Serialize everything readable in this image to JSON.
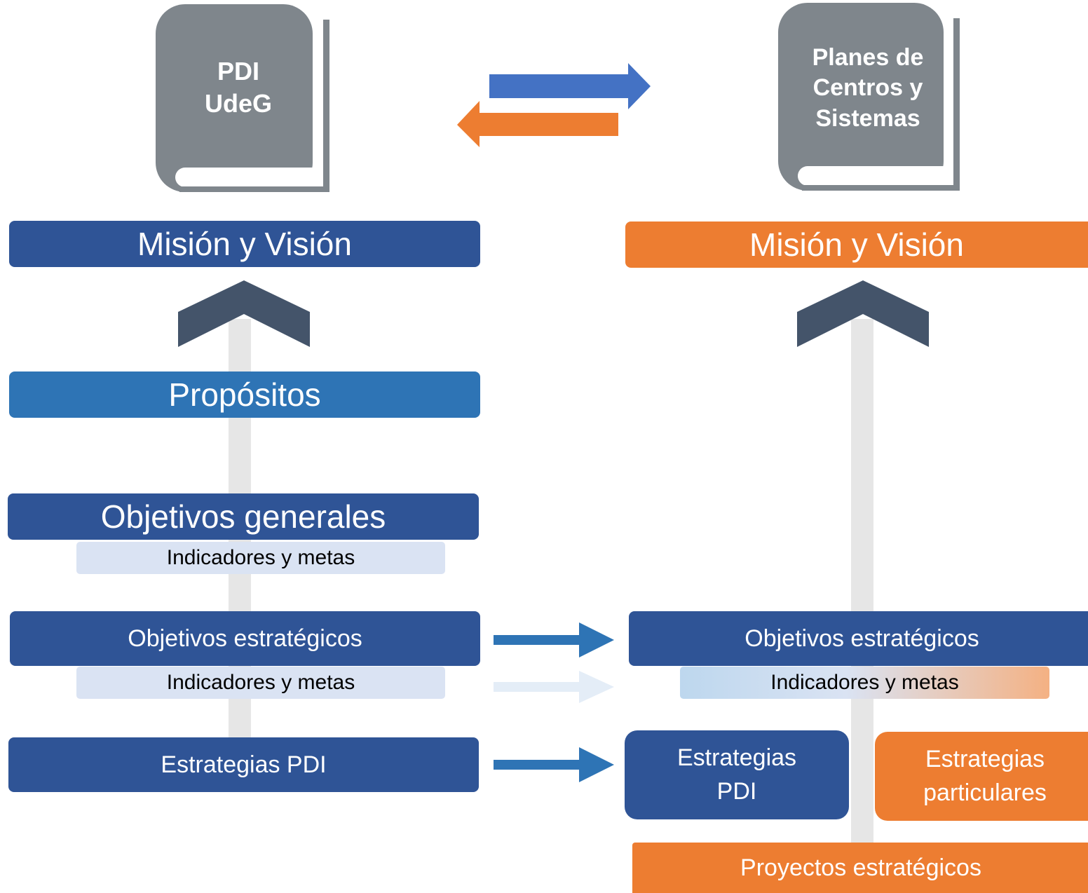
{
  "left_book": {
    "lines": [
      "PDI",
      "UdeG"
    ]
  },
  "right_book": {
    "lines": [
      "Planes de",
      "Centros y",
      "Sistemas"
    ]
  },
  "left_column": {
    "mision": "Misión y Visión",
    "propositos": "Propósitos",
    "objetivos_generales": "Objetivos generales",
    "indicadores_1": "Indicadores y metas",
    "objetivos_estrategicos": "Objetivos estratégicos",
    "indicadores_2": "Indicadores y metas",
    "estrategias_pdi": "Estrategias PDI"
  },
  "right_column": {
    "mision": "Misión y Visión",
    "objetivos_estrategicos": "Objetivos estratégicos",
    "indicadores": "Indicadores y metas",
    "estrategias_pdi": [
      "Estrategias",
      "PDI"
    ],
    "estrategias_particulares": [
      "Estrategias",
      "particulares"
    ],
    "proyectos": "Proyectos estratégicos"
  },
  "colors": {
    "navy": "#2f5496",
    "blue": "#2e74b5",
    "orange": "#ed7d31",
    "book_gray": "#7f868c",
    "chevron": "#44546a",
    "light_blue": "#dae3f3"
  },
  "icons": [
    "book-icon",
    "exchange-arrows-icon",
    "chevron-up-icon",
    "arrow-right-icon"
  ]
}
